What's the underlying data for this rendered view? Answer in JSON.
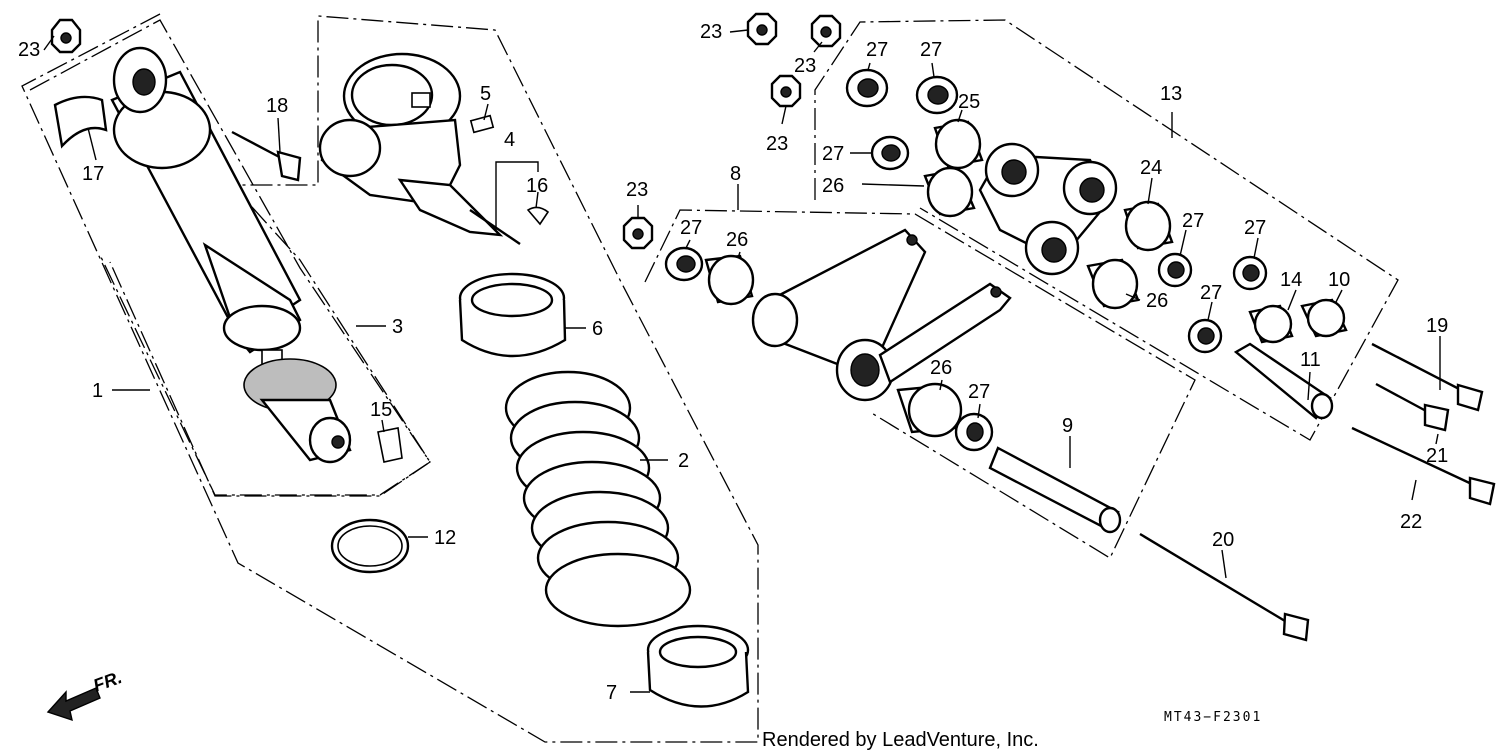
{
  "diagram": {
    "parts": [
      {
        "id": "p1",
        "label": "1"
      },
      {
        "id": "p2",
        "label": "2"
      },
      {
        "id": "p3",
        "label": "3"
      },
      {
        "id": "p4",
        "label": "4"
      },
      {
        "id": "p5",
        "label": "5"
      },
      {
        "id": "p6",
        "label": "6"
      },
      {
        "id": "p7",
        "label": "7"
      },
      {
        "id": "p8",
        "label": "8"
      },
      {
        "id": "p9",
        "label": "9"
      },
      {
        "id": "p10",
        "label": "10"
      },
      {
        "id": "p11",
        "label": "11"
      },
      {
        "id": "p12",
        "label": "12"
      },
      {
        "id": "p13",
        "label": "13"
      },
      {
        "id": "p14",
        "label": "14"
      },
      {
        "id": "p15",
        "label": "15"
      },
      {
        "id": "p16",
        "label": "16"
      },
      {
        "id": "p17",
        "label": "17"
      },
      {
        "id": "p18",
        "label": "18"
      },
      {
        "id": "p19",
        "label": "19"
      },
      {
        "id": "p20",
        "label": "20"
      },
      {
        "id": "p21",
        "label": "21"
      },
      {
        "id": "p22",
        "label": "22"
      },
      {
        "id": "p23",
        "label": "23"
      },
      {
        "id": "p24",
        "label": "24"
      },
      {
        "id": "p25",
        "label": "25"
      },
      {
        "id": "p26",
        "label": "26"
      },
      {
        "id": "p27",
        "label": "27"
      }
    ],
    "diagram_code": "MT43−F2301",
    "credit": "Rendered by LeadVenture, Inc.",
    "direction_label": "FR.",
    "colors": {
      "line": "#000000",
      "background": "#ffffff",
      "shading": "#bdbdbd"
    }
  }
}
